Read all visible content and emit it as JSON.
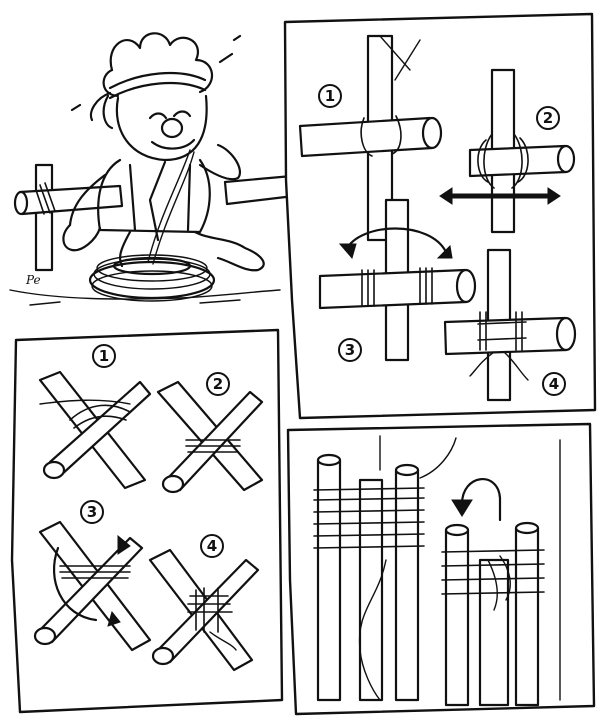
{
  "colors": {
    "ink": "#111111",
    "paper": "#ffffff"
  },
  "panels": {
    "top_right": {
      "steps": [
        "1",
        "2",
        "3",
        "4"
      ]
    },
    "bottom_left": {
      "steps": [
        "1",
        "2",
        "3",
        "4"
      ]
    },
    "bottom_right": {
      "steps": []
    }
  },
  "cartoon": {
    "signature": "Pe"
  },
  "icons": [
    "arrow-left-right-icon",
    "rotate-arrows-icon",
    "turn-back-arrow-icon"
  ]
}
